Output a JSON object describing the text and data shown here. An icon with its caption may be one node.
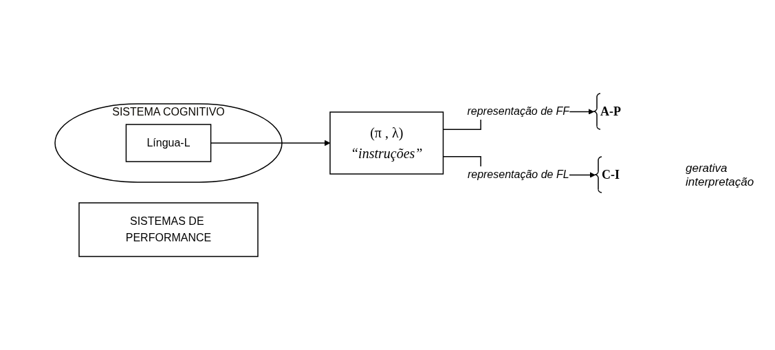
{
  "diagram": {
    "nodes": [
      {
        "text": [
          "SISTEMA COGNITIVO"
        ]
      },
      {
        "text": [
          "Língua-L"
        ],
        "in": 0
      },
      {
        "text": [
          "(π , λ)",
          "“instruções”"
        ]
      },
      {
        "text": [
          "A-P"
        ]
      },
      {
        "text": [
          "C-I"
        ]
      },
      {
        "text": [
          "SISTEMAS DE PERFORMANCE"
        ]
      }
    ],
    "edges": [
      {
        "from": 1,
        "to": 2,
        "arrow": "to"
      },
      {
        "from": 2,
        "to": 3,
        "arrow": "to",
        "label": "representação de FF"
      },
      {
        "from": 2,
        "to": 4,
        "arrow": "to",
        "label": "representação de FL"
      }
    ],
    "labels": [
      "gerativa",
      "interpretação"
    ]
  }
}
